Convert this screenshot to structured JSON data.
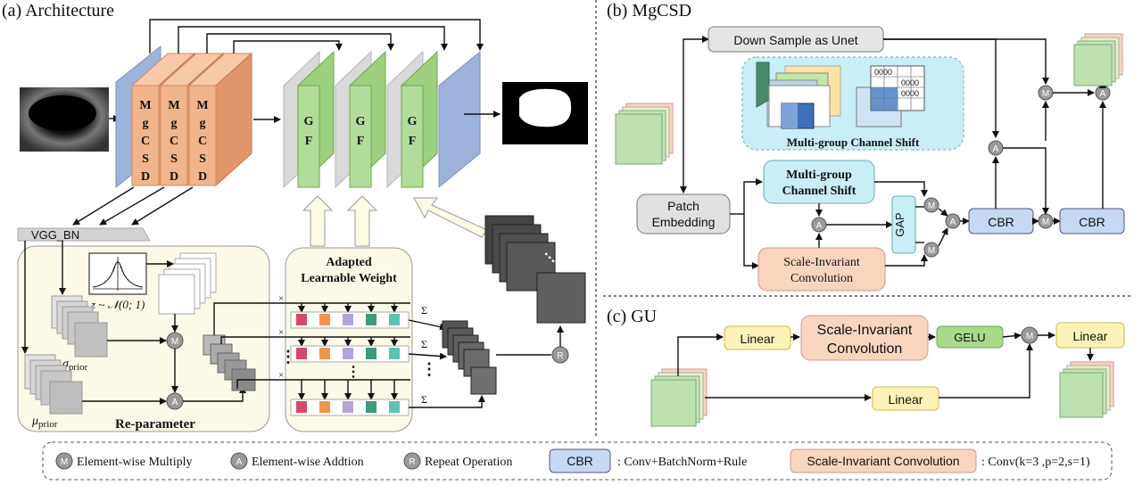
{
  "panels": {
    "a_title": "(a) Architecture",
    "b_title": "(b) MgCSD",
    "c_title": "(c) GU"
  },
  "architecture": {
    "mgcsd_letters": [
      "M",
      "g",
      "C",
      "S",
      "D"
    ],
    "gf_letters": [
      "G",
      "F"
    ],
    "vgg_bn": "VGG_BN",
    "z_label": "z ~ 𝒩(0; 1)",
    "sigma_label": "σ",
    "sigma_sub": "prior",
    "mu_label": "μ",
    "mu_sub": "prior",
    "reparam_label": "Re-parameter",
    "adapted_label_1": "Adapted",
    "adapted_label_2": "Learnable Weight",
    "sum_symbol": "Σ",
    "times_symbol": "×",
    "op_m": "M",
    "op_a": "A",
    "op_r": "R",
    "dots_v": "⋮"
  },
  "mgcsd": {
    "down_sample": "Down Sample as Unet",
    "mcs_inner": "Multi-group Channel Shift",
    "patch_1": "Patch",
    "patch_2": "Embedding",
    "mcs_1": "Multi-group",
    "mcs_2": "Channel Shift",
    "gap": "GAP",
    "sic_1": "Scale-Invariant",
    "sic_2": "Convolution",
    "cbr": "CBR",
    "grid_values": "0000"
  },
  "gu": {
    "linear": "Linear",
    "sic_1": "Scale-Invariant",
    "sic_2": "Convolution",
    "gelu": "GELU"
  },
  "legend": {
    "m_label": "Element-wise Multiply",
    "a_label": "Element-wise Addtion",
    "r_label": "Repeat Operation",
    "cbr_box": "CBR",
    "cbr_desc": ": Conv+BatchNorm+Rule",
    "sic_box": "Scale-Invariant Convolution",
    "sic_desc": ": Conv(k=3 ,p=2,s=1)"
  },
  "colors": {
    "orange": "#f2b48a",
    "green": "#9ccf7e",
    "blue": "#9db3dc",
    "cyan": "#c9eef5",
    "peach": "#f9d5bf",
    "yellow": "#fff2b8",
    "cbr": "#c6d8f2",
    "cream": "#fdf9e8"
  }
}
